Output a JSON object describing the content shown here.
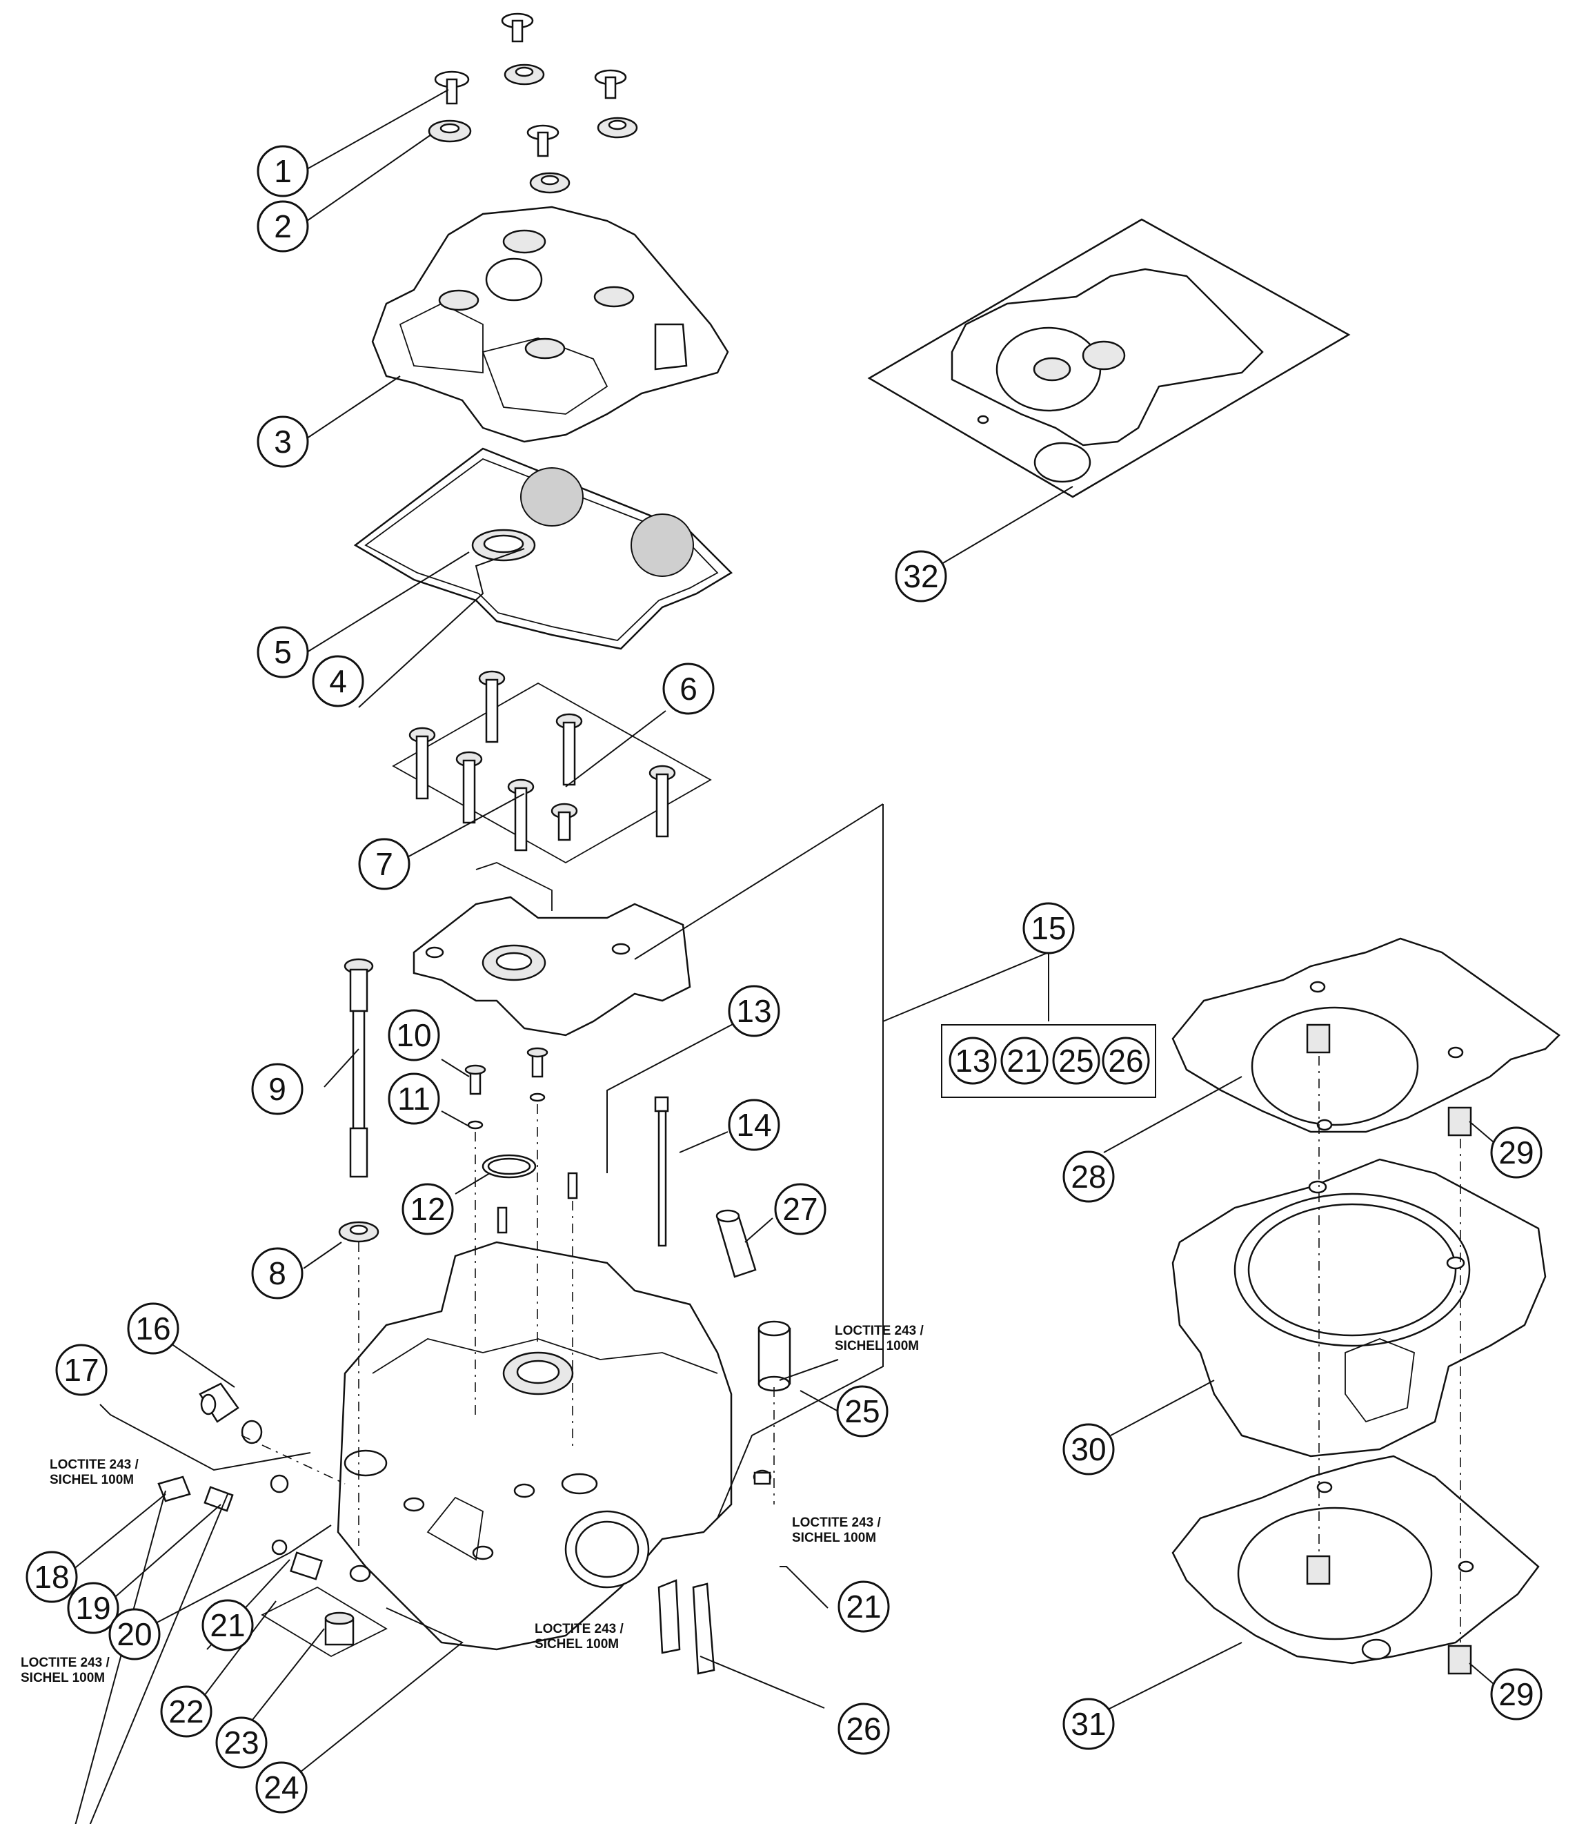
{
  "diagram": {
    "callouts": [
      {
        "id": "c1",
        "label": "1"
      },
      {
        "id": "c2",
        "label": "2"
      },
      {
        "id": "c3",
        "label": "3"
      },
      {
        "id": "c4",
        "label": "4"
      },
      {
        "id": "c5",
        "label": "5"
      },
      {
        "id": "c6",
        "label": "6"
      },
      {
        "id": "c7",
        "label": "7"
      },
      {
        "id": "c8",
        "label": "8"
      },
      {
        "id": "c9",
        "label": "9"
      },
      {
        "id": "c10",
        "label": "10"
      },
      {
        "id": "c11",
        "label": "11"
      },
      {
        "id": "c12",
        "label": "12"
      },
      {
        "id": "c13",
        "label": "13"
      },
      {
        "id": "c14",
        "label": "14"
      },
      {
        "id": "c15",
        "label": "15"
      },
      {
        "id": "c16",
        "label": "16"
      },
      {
        "id": "c17",
        "label": "17"
      },
      {
        "id": "c18",
        "label": "18"
      },
      {
        "id": "c19",
        "label": "19"
      },
      {
        "id": "c20",
        "label": "20"
      },
      {
        "id": "c21a",
        "label": "21"
      },
      {
        "id": "c21b",
        "label": "21"
      },
      {
        "id": "c22",
        "label": "22"
      },
      {
        "id": "c23",
        "label": "23"
      },
      {
        "id": "c24",
        "label": "24"
      },
      {
        "id": "c25",
        "label": "25"
      },
      {
        "id": "c26",
        "label": "26"
      },
      {
        "id": "c27",
        "label": "27"
      },
      {
        "id": "c28",
        "label": "28"
      },
      {
        "id": "c29a",
        "label": "29"
      },
      {
        "id": "c29b",
        "label": "29"
      },
      {
        "id": "c30",
        "label": "30"
      },
      {
        "id": "c31",
        "label": "31"
      },
      {
        "id": "c32",
        "label": "32"
      }
    ],
    "kit_15": {
      "label": "15",
      "items": [
        "13",
        "21",
        "25",
        "26"
      ]
    },
    "notes": [
      {
        "id": "n1",
        "line1": "LOCTITE 243 /",
        "line2": "SICHEL 100M"
      },
      {
        "id": "n2",
        "line1": "LOCTITE 243 /",
        "line2": "SICHEL 100M"
      },
      {
        "id": "n3",
        "line1": "LOCTITE 243 /",
        "line2": "SICHEL 100M"
      },
      {
        "id": "n4",
        "line1": "LOCTITE 243 /",
        "line2": "SICHEL 100M"
      },
      {
        "id": "n5",
        "line1": "LOCTITE 243 /",
        "line2": "SICHEL 100M"
      }
    ]
  }
}
